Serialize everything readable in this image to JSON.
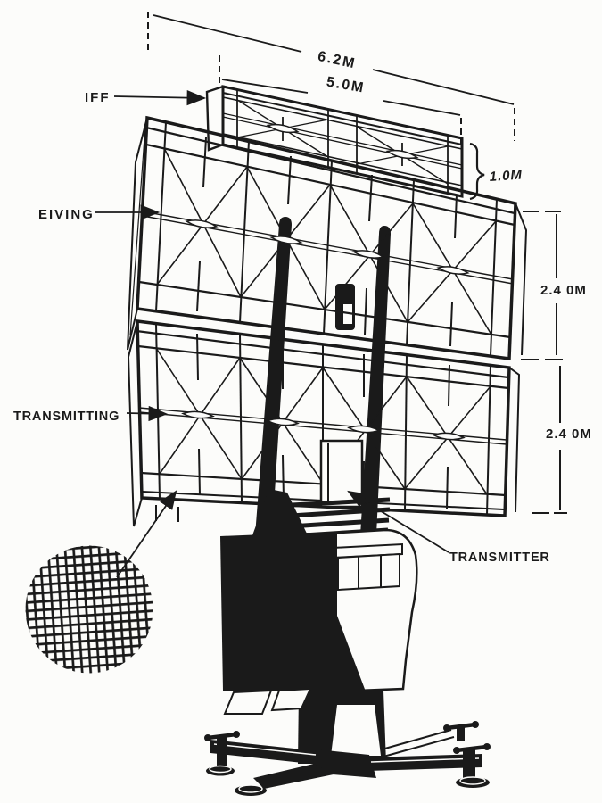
{
  "figure": {
    "kind": "technical line drawing",
    "subject": "Ground radar antenna assembly: stacked lattice antenna panels with IFF array on a pedestal and leveling tripod base, with wire-mesh detail inset",
    "paper_color": "#fcfcfa",
    "ink_color": "#1a1a1a"
  },
  "labels": {
    "iff": "IFF",
    "receiving": "EIVING",
    "transmitting": "TRANSMITTING",
    "transmitter": "TRANSMITTER"
  },
  "dimensions": {
    "overall_width": "6.2M",
    "iff_array_width": "5.0M",
    "iff_array_height": "1.0M",
    "receiving_panel_height": "2.4 0M",
    "transmitting_panel_height": "2.4 0M"
  }
}
